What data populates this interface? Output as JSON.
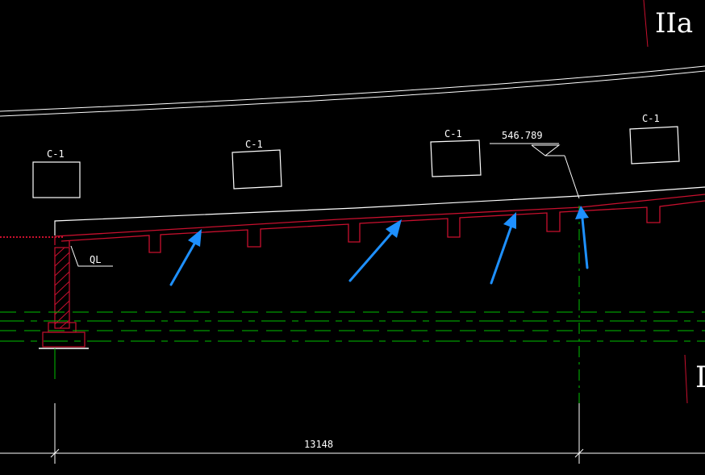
{
  "drawing": {
    "window_labels": [
      "C-1",
      "C-1",
      "C-1",
      "C-1"
    ],
    "elevation_mark": "546.789",
    "beam_label": "QL",
    "dimension_value": "13148",
    "grid_label_top": "IIa",
    "grid_label_right": "D"
  },
  "colors": {
    "background": "#000000",
    "line_white": "#ffffff",
    "line_red": "#c8102e",
    "line_green": "#00c000",
    "arrow_blue": "#1e90ff"
  }
}
